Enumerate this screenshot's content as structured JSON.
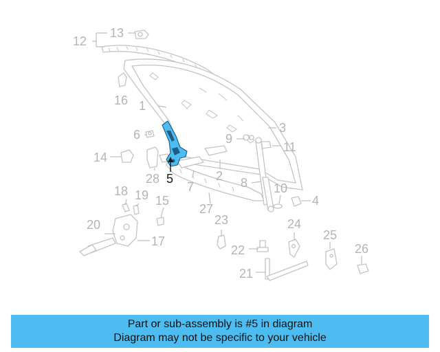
{
  "diagram": {
    "highlight_color": "#4dbcf0",
    "highlighted_part": "5",
    "labels": {
      "p1": "1",
      "p2": "2",
      "p3": "3",
      "p4": "4",
      "p5": "5",
      "p6": "6",
      "p7": "7",
      "p8": "8",
      "p9": "9",
      "p10": "10",
      "p11": "11",
      "p12": "12",
      "p13": "13",
      "p14": "14",
      "p15": "15",
      "p16": "16",
      "p17": "17",
      "p18": "18",
      "p19": "19",
      "p20": "20",
      "p21": "21",
      "p22": "22",
      "p23": "23",
      "p24": "24",
      "p25": "25",
      "p26": "26",
      "p27": "27",
      "p28": "28"
    }
  },
  "caption": {
    "line1": "Part or sub-assembly is #5 in diagram",
    "line2": "Diagram may not be specific to your vehicle"
  }
}
